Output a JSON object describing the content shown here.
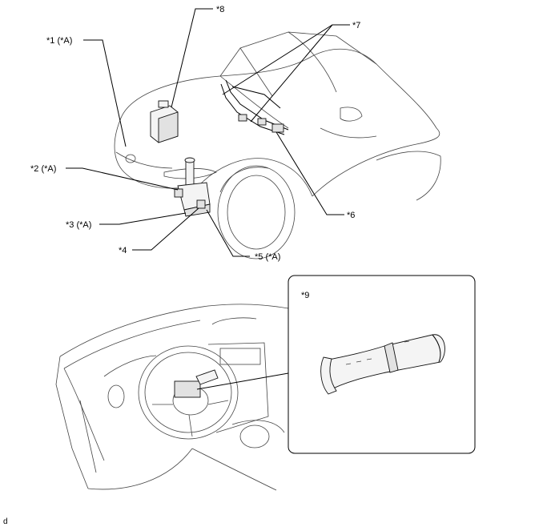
{
  "callouts": {
    "c1": "*1 (*A)",
    "c2": "*2 (*A)",
    "c3": "*3 (*A)",
    "c4": "*4",
    "c5": "*5 (*A)",
    "c6": "*6",
    "c7": "*7",
    "c8": "*8",
    "c9": "*9"
  },
  "footer_mark": "d"
}
